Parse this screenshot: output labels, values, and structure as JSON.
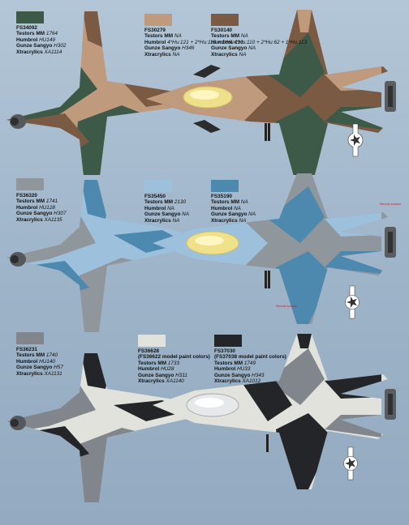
{
  "colors": {
    "FS34092": "#3d5a48",
    "FS30279": "#c09a7c",
    "FS30140": "#7b5a44",
    "FS36320": "#8f969c",
    "FS35450": "#9dc0dd",
    "FS35190": "#4d88ae",
    "FS36231": "#80868b",
    "FS36628": "#e2e2dd",
    "FS37030": "#232528",
    "background": "#a6bace"
  },
  "brands": {
    "testors": "Testors MM",
    "humbrol": "Humbrol",
    "gunze": "Gunze Sangyo",
    "xtracrylics": "Xtracrylics"
  },
  "schemes": [
    {
      "swatches": [
        {
          "code": "FS34092",
          "testors": "1764",
          "humbrol": "HU149",
          "gunze": "H302",
          "xtracrylics": "XA1114"
        },
        {
          "code": "FS30279",
          "testors": "NA",
          "humbrol": "4*Hu:121 + 2*Hu:118 + 1*Hu:110",
          "gunze": "H346",
          "xtracrylics": "NA"
        },
        {
          "code": "FS30140",
          "testors": "NA",
          "humbrol": "4*Hu:110 + 2*Hu:62 + 1*Hu:113",
          "gunze": "NA",
          "xtracrylics": "NA"
        }
      ]
    },
    {
      "swatches": [
        {
          "code": "FS36320",
          "testors": "1741",
          "humbrol": "HU128",
          "gunze": "H307",
          "xtracrylics": "XA1135"
        },
        {
          "code": "FS35450",
          "testors": "2130",
          "humbrol": "NA",
          "gunze": "NA",
          "xtracrylics": "NA"
        },
        {
          "code": "FS35190",
          "testors": "NA",
          "humbrol": "NA",
          "gunze": "NA",
          "xtracrylics": "NA"
        }
      ],
      "notes": [
        "Stencils location",
        "Stencils location"
      ]
    },
    {
      "swatches": [
        {
          "code": "FS36231",
          "testors": "1740",
          "humbrol": "HU140",
          "gunze": "H57",
          "xtracrylics": "XA1131"
        },
        {
          "code": "FS36628",
          "subtitle": "(FS36622 model paint colors)",
          "testors": "1733",
          "humbrol": "HU28",
          "gunze": "H311",
          "xtracrylics": "XA1140"
        },
        {
          "code": "FS37030",
          "subtitle": "(FS37038 model paint colors)",
          "testors": "1749",
          "humbrol": "HU33",
          "gunze": "H343",
          "xtracrylics": "XA1012"
        }
      ]
    }
  ]
}
